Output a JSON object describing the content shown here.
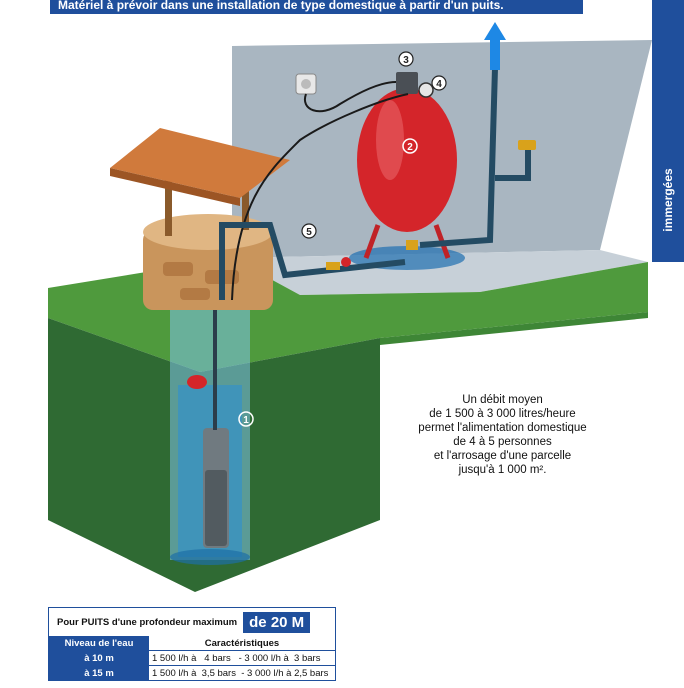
{
  "header": {
    "title": "Matériel à prévoir dans une installation de type domestique à partir d'un puits."
  },
  "side_tab": {
    "label": "immergées"
  },
  "diagram": {
    "markers": [
      "1",
      "2",
      "3",
      "4",
      "5"
    ]
  },
  "info_text": [
    "Un débit moyen",
    "de 1 500 à 3 000 litres/heure",
    "permet l'alimentation domestique",
    "de 4 à 5 personnes",
    "et l'arrosage d'une parcelle",
    "jusqu'à 1 000 m²."
  ],
  "spec_table": {
    "heading": "Pour PUITS d'une profondeur maximum",
    "depth": "de 20 M",
    "col_level": "Niveau de l'eau",
    "col_specs": "Caractéristiques",
    "rows": [
      {
        "level": "à 10 m",
        "specs": "1 500 l/h à   4 bars   - 3 000 l/h à  3 bars"
      },
      {
        "level": "à 15 m",
        "specs": "1 500 l/h à  3,5 bars  - 3 000 l/h à 2,5 bars"
      }
    ]
  },
  "colors": {
    "brand_blue": "#1f4f9c",
    "tank_red": "#d4252a",
    "grass_green": "#2e7d3a"
  }
}
